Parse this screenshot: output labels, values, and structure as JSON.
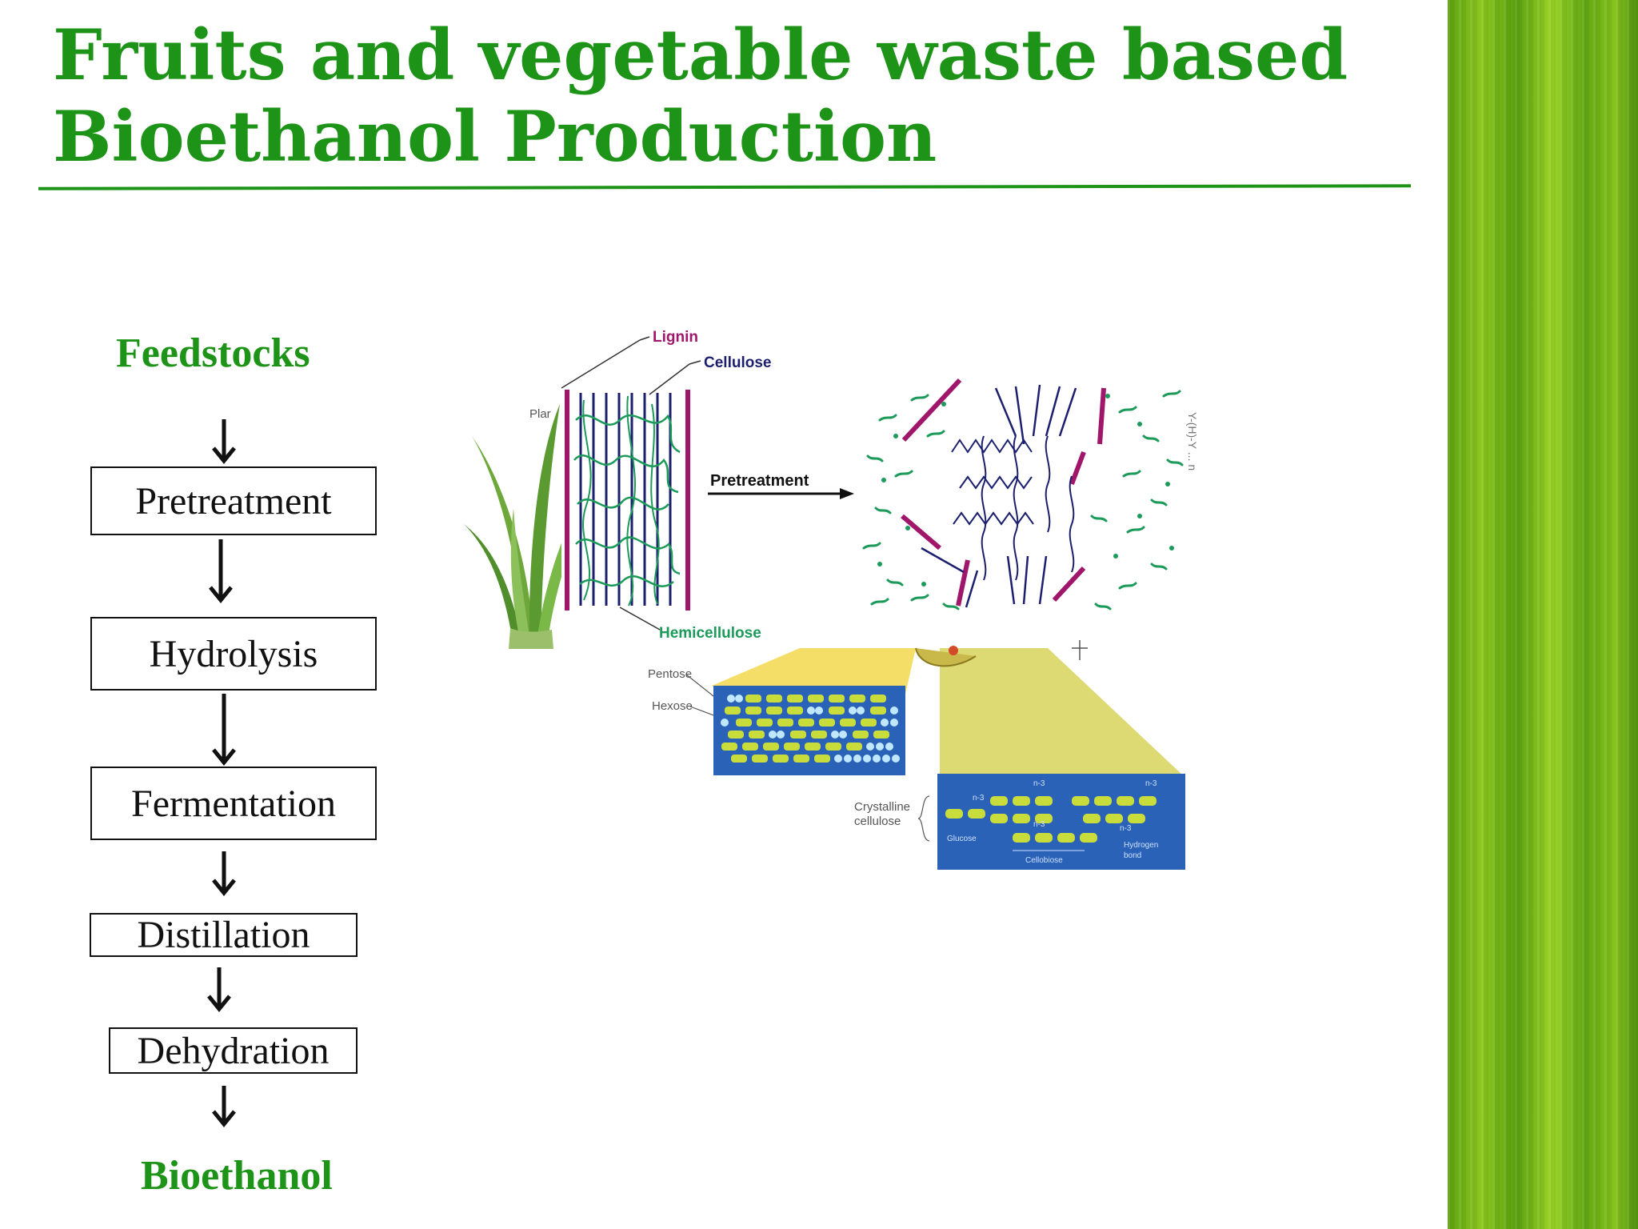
{
  "slide": {
    "title_line1": "Fruits and vegetable waste based",
    "title_line2": "Bioethanol Production"
  },
  "flow": {
    "start": "Feedstocks",
    "steps": [
      "Pretreatment",
      "Hydrolysis",
      "Fermentation",
      "Distillation",
      "Dehydration"
    ],
    "end": "Bioethanol"
  },
  "diagram": {
    "lignin": "Lignin",
    "cellulose": "Cellulose",
    "plant_partial": "Plar",
    "pretreatment": "Pretreatment",
    "hemicellulose": "Hemicellulose",
    "pentose": "Pentose",
    "hexose": "Hexose",
    "crystalline_line1": "Crystalline",
    "crystalline_line2": "cellulose",
    "glucose": "Glucose",
    "cellobiose": "Cellobiose",
    "hydrogen_line1": "Hydrogen",
    "hydrogen_line2": "bond",
    "n3": "n-3"
  },
  "colors": {
    "title_green": "#1d9418",
    "lignin_magenta": "#a0166a",
    "cellulose_navy": "#1c1f6e",
    "hemicellulose_green": "#1b9a5a",
    "panel_blue": "#2a62b8",
    "sugar_yellow": "#c8dc3c"
  }
}
